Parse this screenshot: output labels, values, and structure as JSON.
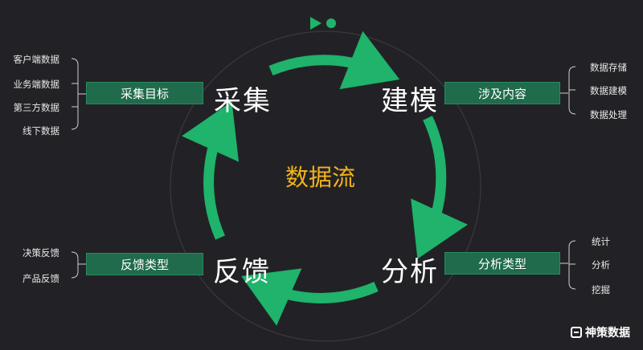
{
  "center": "数据流",
  "nodes": {
    "collect": "采集",
    "model": "建模",
    "analyze": "分析",
    "feedback": "反馈"
  },
  "tags": {
    "collect_goal": "采集目标",
    "model_content": "涉及内容",
    "analyze_types": "分析类型",
    "feedback_types": "反馈类型"
  },
  "lists": {
    "collect_goal": [
      "客户端数据",
      "业务端数据",
      "第三方数据",
      "线下数据"
    ],
    "model_content": [
      "数据存储",
      "数据建模",
      "数据处理"
    ],
    "analyze_types": [
      "统计",
      "分析",
      "挖掘"
    ],
    "feedback_types": [
      "决策反馈",
      "产品反馈"
    ]
  },
  "logo": "神策数据",
  "colors": {
    "background": "#222226",
    "accent": "#1fb36b",
    "tag": "#1f6b4b",
    "center_text": "#f2b21c",
    "ring": "#3a3a3e"
  },
  "icons": {
    "top_marker": "play-dot-icon",
    "logo": "sensors-data-logo-icon"
  }
}
